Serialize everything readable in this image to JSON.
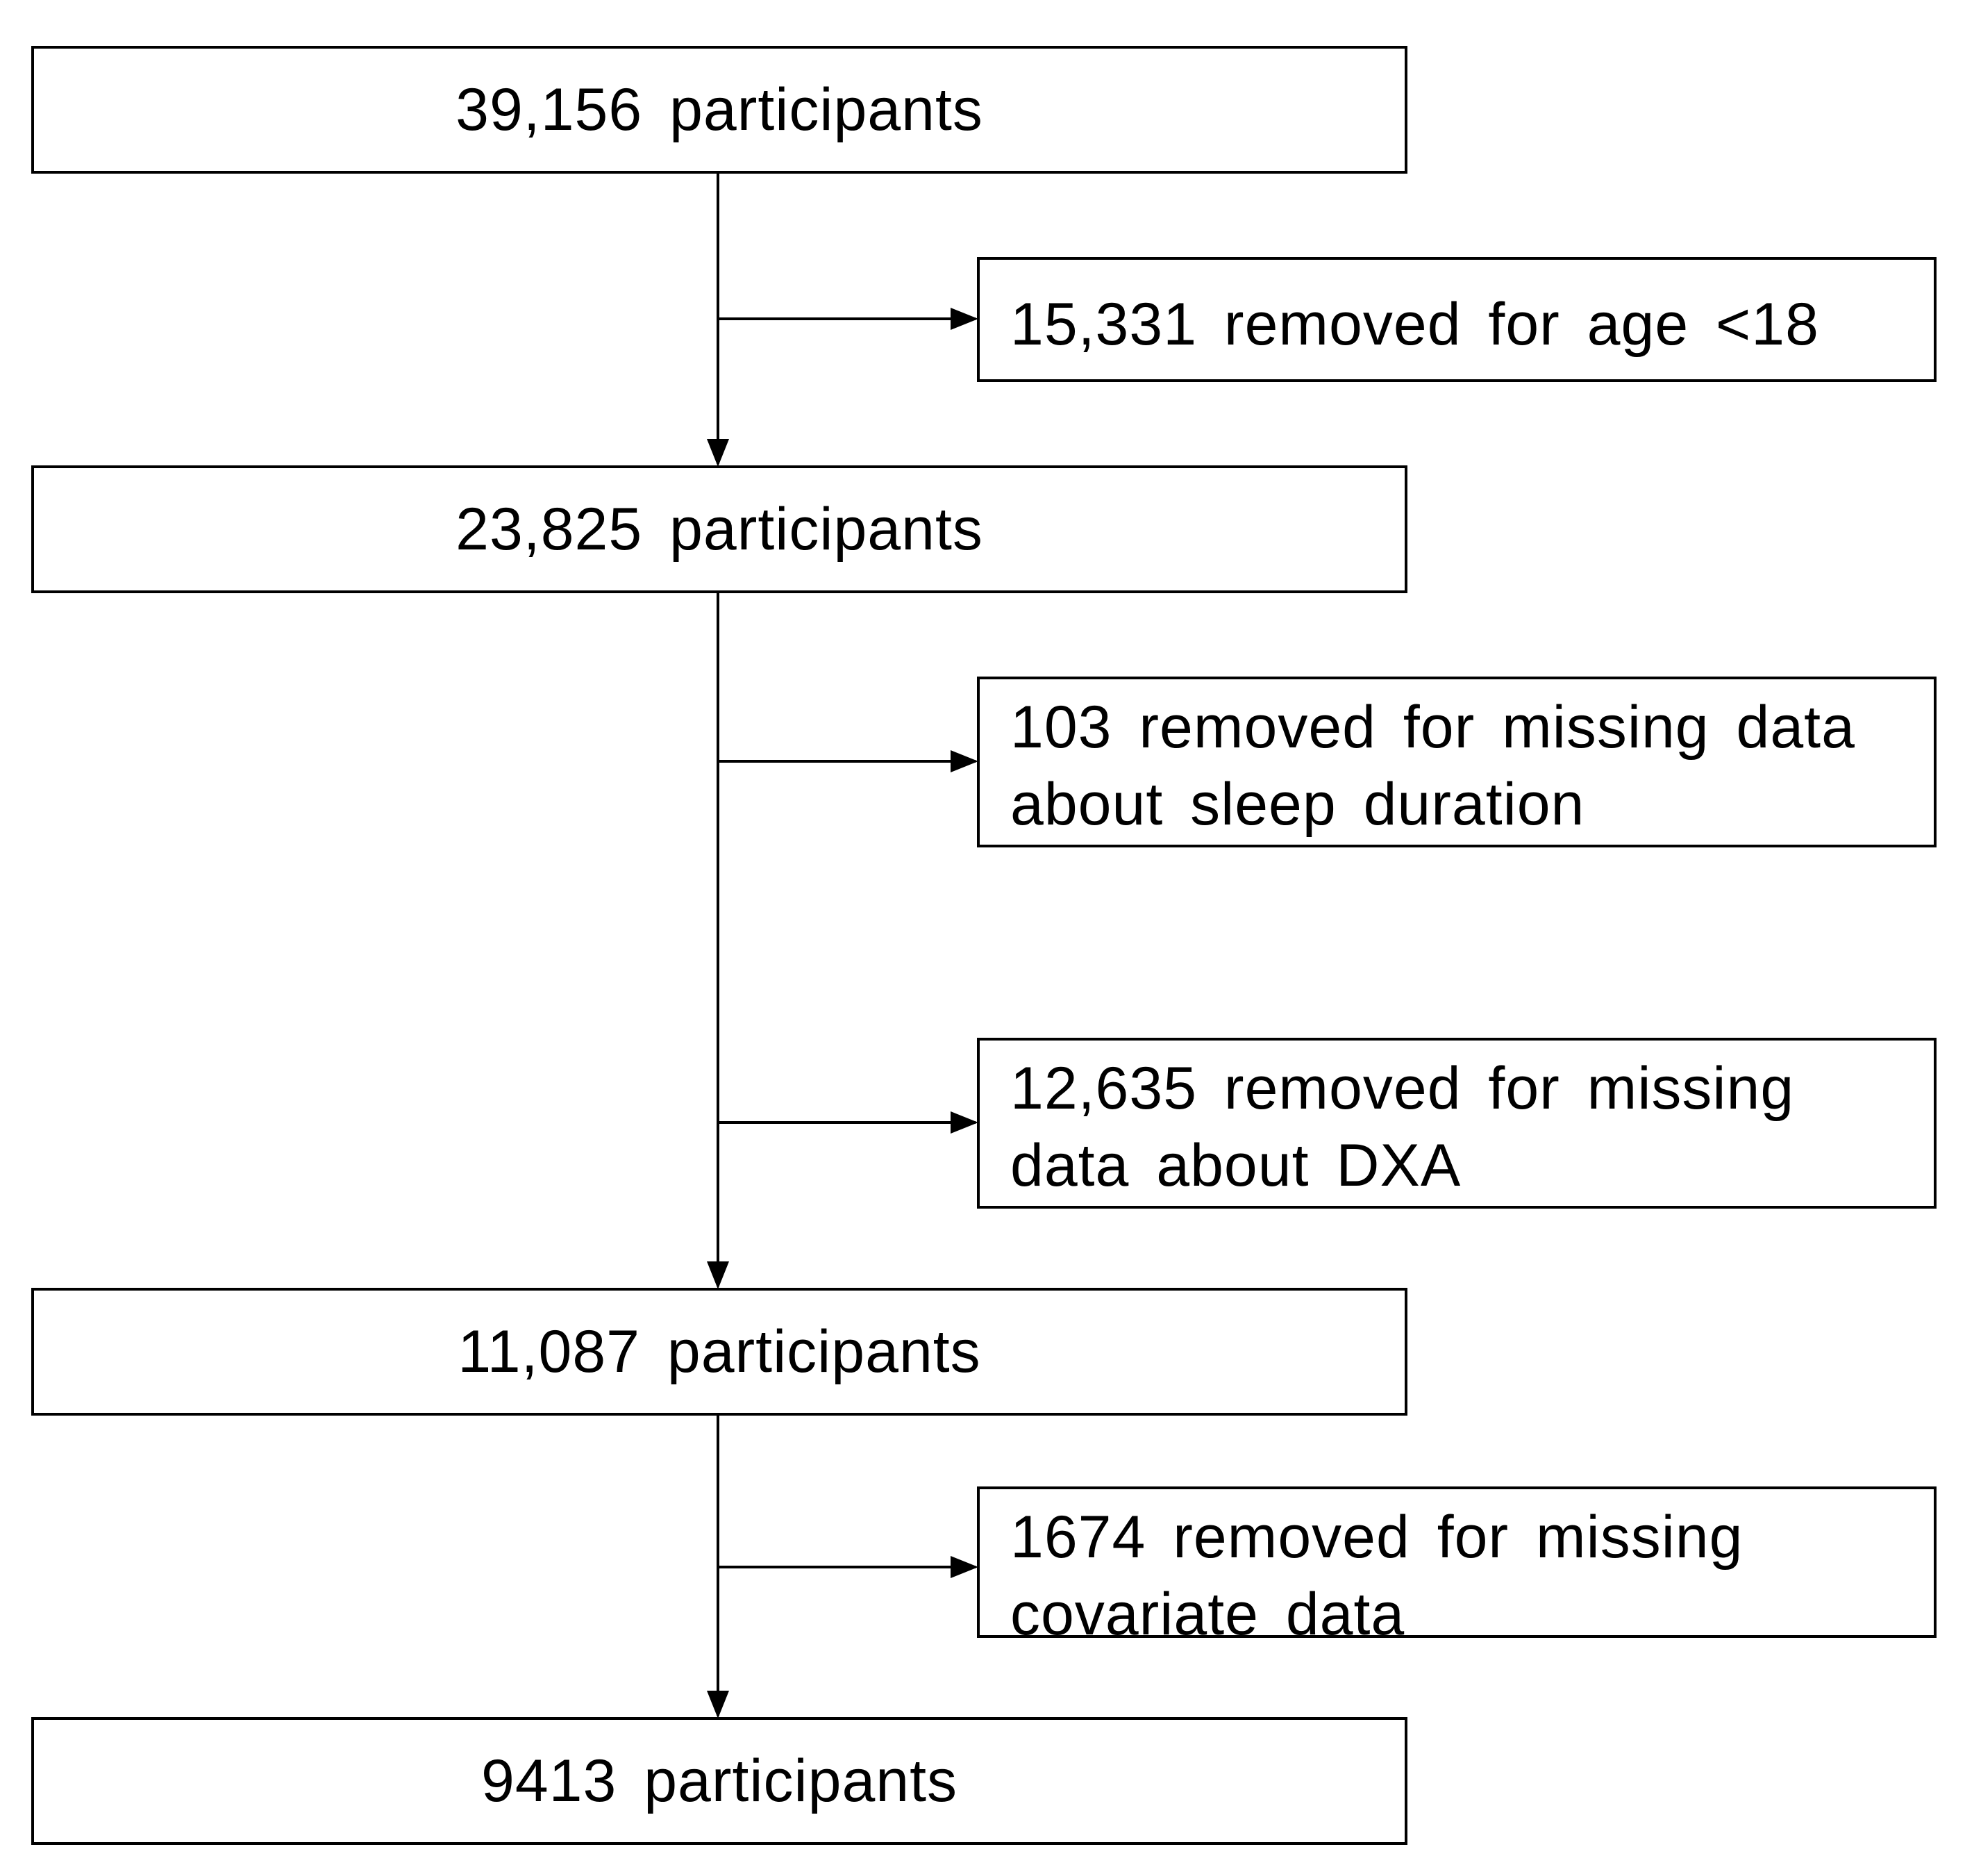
{
  "flowchart": {
    "steps": [
      {
        "label": "39,156 participants"
      },
      {
        "label": "23,825 participants"
      },
      {
        "label": "11,087 participants"
      },
      {
        "label": "9413 participants"
      }
    ],
    "exclusions": [
      {
        "lines": [
          "15,331 removed for age <18"
        ]
      },
      {
        "lines": [
          "103 removed for missing data",
          "about sleep duration"
        ]
      },
      {
        "lines": [
          "12,635 removed for missing",
          "data about DXA"
        ]
      },
      {
        "lines": [
          "1674 removed for missing",
          "covariate data"
        ]
      }
    ]
  }
}
